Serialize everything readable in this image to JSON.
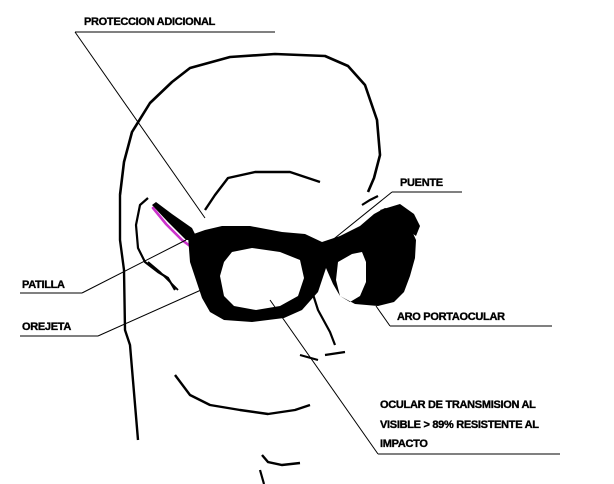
{
  "labels": {
    "proteccion": "PROTECCION ADICIONAL",
    "puente": "PUENTE",
    "patilla": "PATILLA",
    "orejeta": "OREJETA",
    "aro": "ARO PORTAOCULAR",
    "ocular_1": "OCULAR DE TRANSMISION AL",
    "ocular_2": "VISIBLE > 89% RESISTENTE AL",
    "ocular_3": "IMPACTO"
  },
  "colors": {
    "line": "#000000",
    "frame": "#000000",
    "accent": "#cc33cc",
    "background": "#ffffff"
  }
}
